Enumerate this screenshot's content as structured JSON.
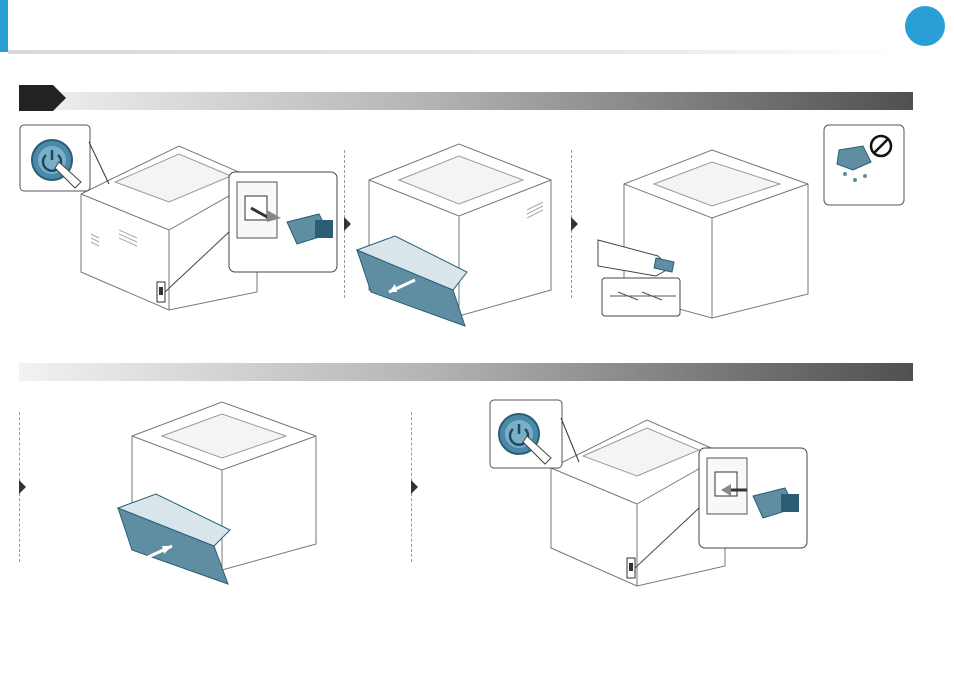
{
  "page": {
    "accent_color": "#2a9fd6",
    "icons": [
      "power-button-icon",
      "power-cord-icon",
      "paper-tray-icon",
      "hand-icon",
      "wet-cloth-icon",
      "no-sign-icon",
      "arrow-icon"
    ]
  },
  "steps": [
    {
      "name": "step-1-power-off-unplug"
    },
    {
      "name": "step-2-remove-tray"
    },
    {
      "name": "step-3-wipe-inside"
    },
    {
      "name": "step-4-insert-tray"
    },
    {
      "name": "step-5-plug-in-power-on"
    }
  ]
}
